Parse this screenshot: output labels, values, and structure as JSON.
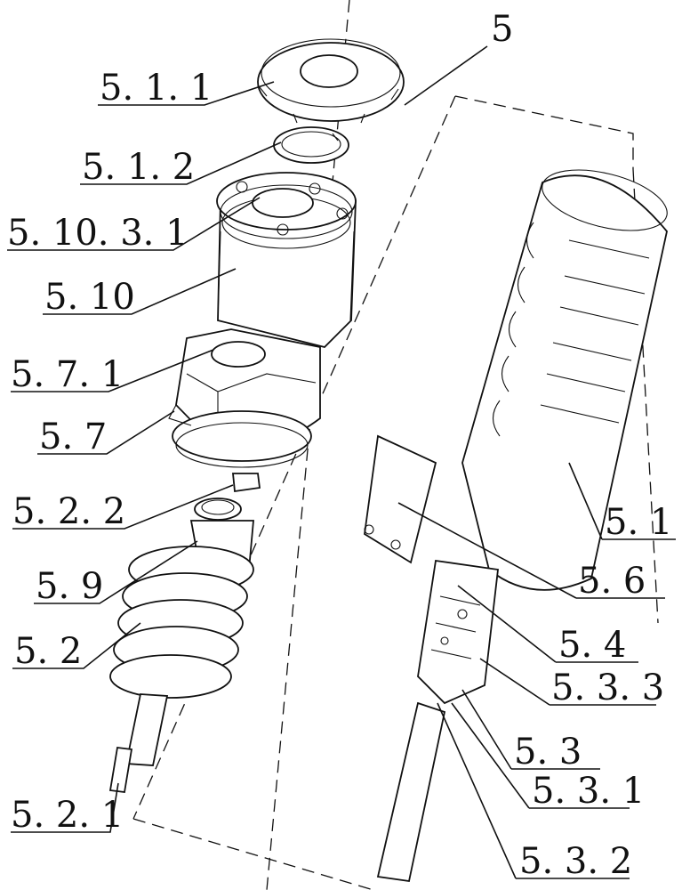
{
  "labels": {
    "l_5": "5",
    "l_5_1_1": "5. 1. 1",
    "l_5_1_2": "5. 1. 2",
    "l_5_10_3_1": "5. 10. 3. 1",
    "l_5_10": "5. 10",
    "l_5_7_1": "5. 7. 1",
    "l_5_7": "5. 7",
    "l_5_2_2": "5. 2. 2",
    "l_5_9": "5. 9",
    "l_5_2": "5. 2",
    "l_5_2_1": "5. 2. 1",
    "l_5_1": "5. 1",
    "l_5_6": "5. 6",
    "l_5_4": "5. 4",
    "l_5_3_3": "5. 3. 3",
    "l_5_3": "5. 3",
    "l_5_3_1": "5. 3. 1",
    "l_5_3_2": "5. 3. 2"
  }
}
